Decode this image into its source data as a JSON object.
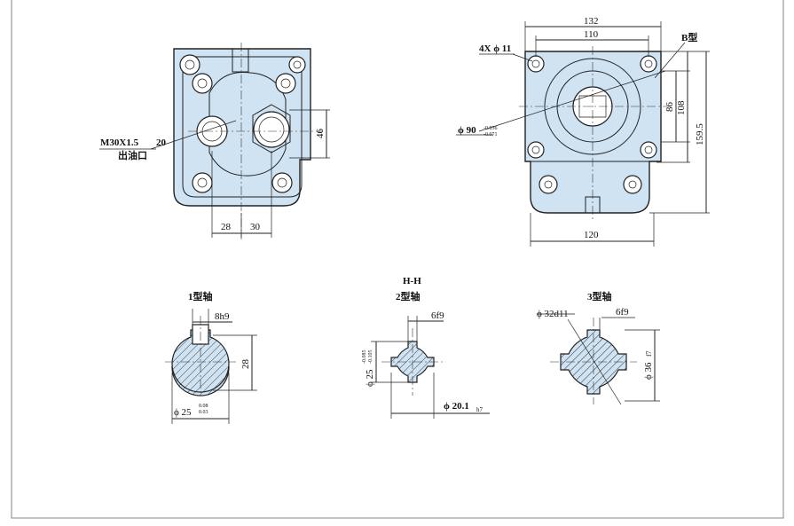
{
  "front_view": {
    "port_label_1": "M30X1.5",
    "port_label_2": "20",
    "port_label_3": "出油口",
    "dim_46": "46",
    "dim_28": "28",
    "dim_30": "30"
  },
  "side_view": {
    "dim_132": "132",
    "dim_110": "110",
    "bolt_label": "4X ϕ 11",
    "b_label": "B型",
    "pilot_label": "ϕ 90",
    "pilot_tol": "-0.036",
    "pilot_tol2": "-0.071",
    "dim_86": "86",
    "dim_108": "108",
    "dim_159": "159.5",
    "dim_120": "120"
  },
  "sections": {
    "hh_label": "H-H",
    "shaft1": {
      "title": "1型轴",
      "key": "8h9",
      "height": "28",
      "dia": "ϕ 25",
      "dia_tol": "0.08",
      "dia_tol2": "0.03"
    },
    "shaft2": {
      "title": "2型轴",
      "key": "6f9",
      "dia": "ϕ 25",
      "dia_tol": "-0.085",
      "dia_tol2": "-0.105",
      "inner": "ϕ 20.1",
      "inner_tol": "h7"
    },
    "shaft3": {
      "title": "3型轴",
      "key": "6f9",
      "dia": "ϕ 32d11",
      "outer": "ϕ 36",
      "outer_tol": "f7"
    }
  }
}
